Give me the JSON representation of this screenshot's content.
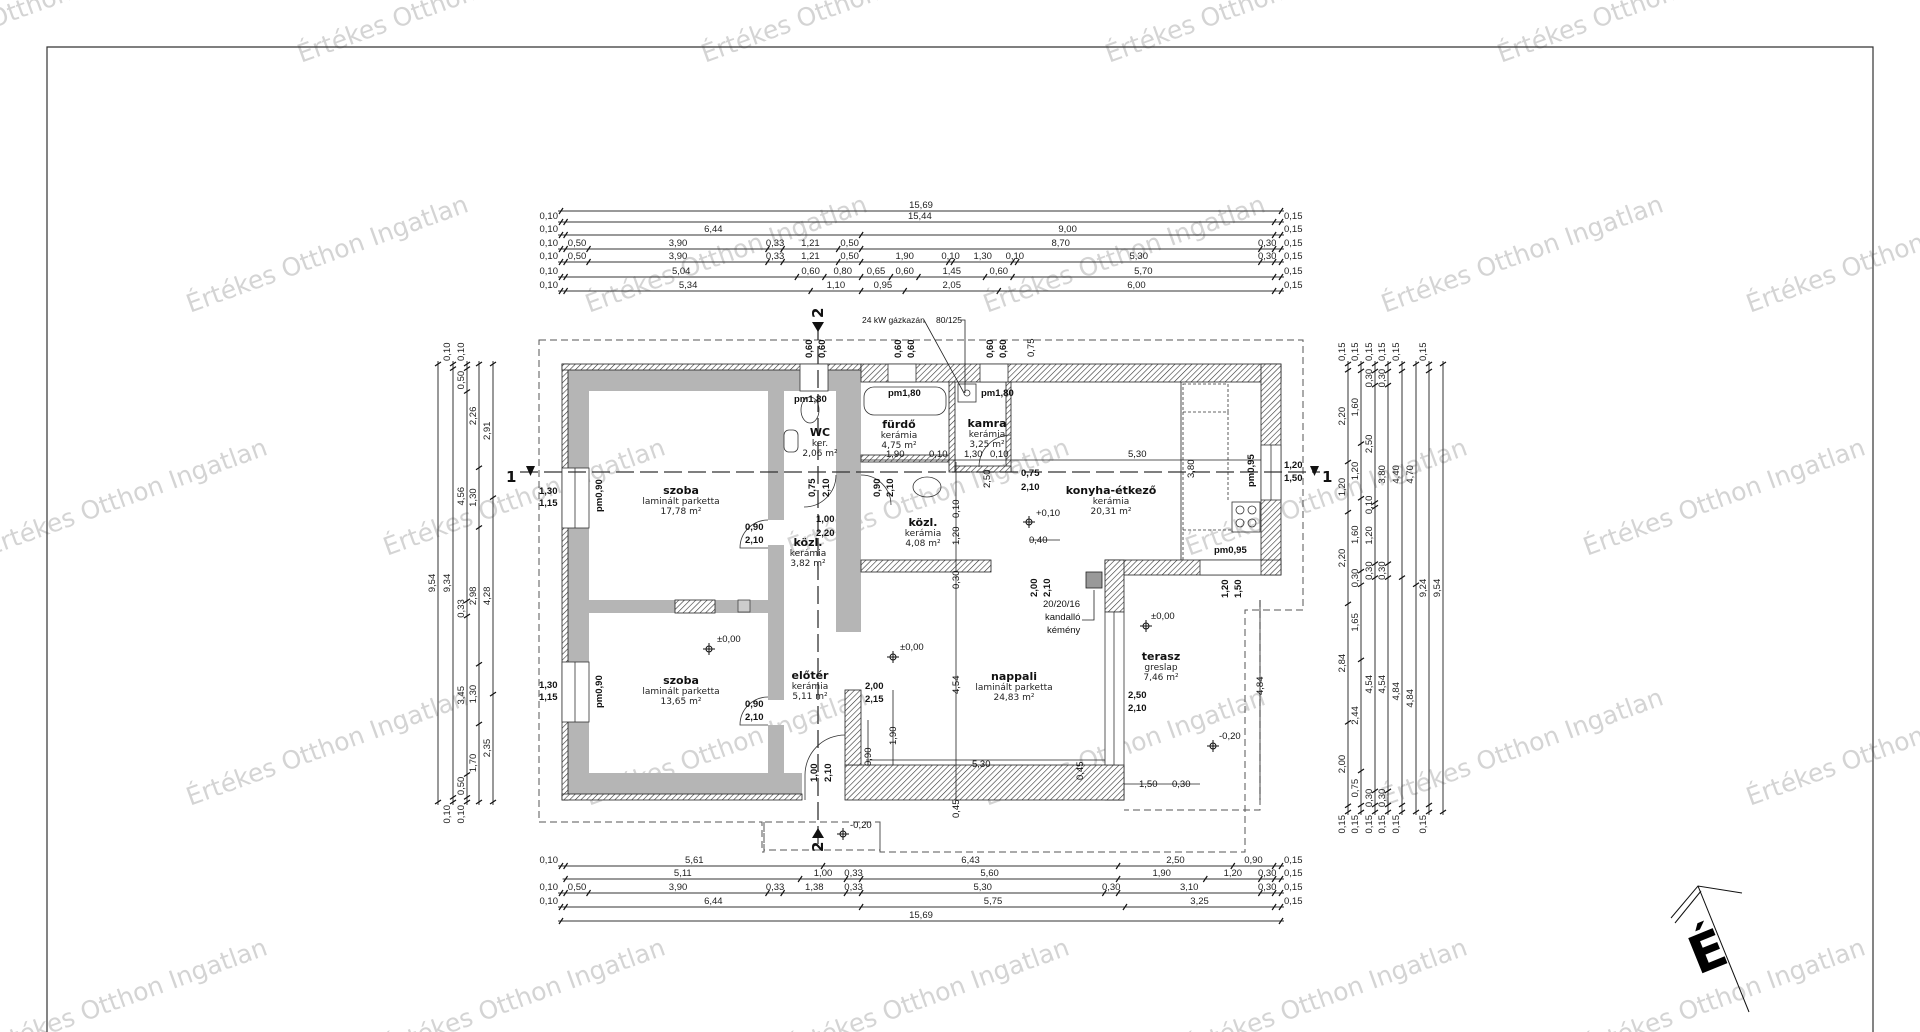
{
  "watermark": "Értékes Otthon Ingatlan",
  "north_arrow": {
    "letter": "É"
  },
  "section_marks": {
    "horizontal": "1",
    "vertical": "2"
  },
  "rooms": [
    {
      "name": "szoba",
      "floor": "laminált parketta",
      "area": "17,78 m²"
    },
    {
      "name": "szoba",
      "floor": "laminált parketta",
      "area": "13,65 m²"
    },
    {
      "name": "WC",
      "floor": "ker.",
      "area": "2,06 m²"
    },
    {
      "name": "fürdő",
      "floor": "kerámia",
      "area": "4,75 m²"
    },
    {
      "name": "kamra",
      "floor": "kerámia",
      "area": "3,25 m²"
    },
    {
      "name": "közl.",
      "floor": "kerámia",
      "area": "3,82 m²"
    },
    {
      "name": "közl.",
      "floor": "kerámia",
      "area": "4,08 m²"
    },
    {
      "name": "konyha-étkező",
      "floor": "kerámia",
      "area": "20,31 m²"
    },
    {
      "name": "előtér",
      "floor": "kerámia",
      "area": "5,11 m²"
    },
    {
      "name": "nappali",
      "floor": "laminált parketta",
      "area": "24,83 m²"
    },
    {
      "name": "terasz",
      "floor": "greslap",
      "area": "7,46 m²"
    }
  ],
  "annotations": {
    "pm180": "pm1,80",
    "pm090": "pm0,90",
    "pm095": "pm0,95",
    "w130": "1,30",
    "w115": "1,15",
    "w120": "1,20",
    "w150": "1,50",
    "w250": "2,50",
    "w210": "2,10",
    "w200": "2,00",
    "w215": "2,15",
    "d090": "0,90",
    "d075": "0,75",
    "d100": "1,00",
    "d220": "2,20",
    "lvl0": "±0,00",
    "lvlp": "+0,10",
    "lvlm": "-0,20",
    "m040": "0,40",
    "m530": "5,30",
    "m380": "3,80",
    "m190": "1,90",
    "m010": "0,10",
    "m130": "1,30",
    "m454": "4,54",
    "m090": "0,90",
    "m045": "0,45",
    "m030": "0,30",
    "m484": "4,84",
    "m120": "1,20",
    "m060": "0,60",
    "m250": "2,50",
    "chimney": [
      "20/20/16",
      "kandalló",
      "kémény"
    ],
    "boiler": "24 kW gázkazán",
    "flue": "80/125"
  },
  "dimensions": {
    "top": [
      {
        "segments": [
          "15,69"
        ]
      },
      {
        "segments": [
          "0,10",
          "15,44",
          "0,15"
        ]
      },
      {
        "segments": [
          "0,10",
          "6,44",
          "9,00",
          "0,15"
        ]
      },
      {
        "segments": [
          "0,10",
          "0,50",
          "3,90",
          "0,33",
          "1,21",
          "0,50",
          "8,70",
          "0,30",
          "0,15"
        ]
      },
      {
        "segments": [
          "0,10",
          "0,50",
          "3,90",
          "0,33",
          "1,21",
          "0,50",
          "1,90",
          "0,10",
          "1,30",
          "0,10",
          "5,30",
          "0,30",
          "0,15"
        ]
      },
      {
        "segments": [
          "0,10",
          "5,04",
          "0,60",
          "0,80",
          "0,65",
          "0,60",
          "1,45",
          "0,60",
          "5,70",
          "0,15"
        ]
      },
      {
        "segments": [
          "0,10",
          "5,34",
          "1,10",
          "0,95",
          "2,05",
          "6,00",
          "0,15"
        ]
      }
    ],
    "bottom": [
      {
        "segments": [
          "0,10",
          "5,61",
          "6,43",
          "2,50",
          "0,90",
          "0,15"
        ]
      },
      {
        "start_m": 0.1,
        "segments": [
          "5,11",
          "1,00",
          "0,33",
          "5,60",
          "1,90",
          "1,20",
          "0,30",
          "0,15"
        ]
      },
      {
        "segments": [
          "0,10",
          "0,50",
          "3,90",
          "0,33",
          "1,38",
          "0,33",
          "5,30",
          "0,30",
          "3,10",
          "0,30",
          "0,15"
        ]
      },
      {
        "segments": [
          "0,10",
          "6,44",
          "5,75",
          "3,25",
          "0,15"
        ]
      },
      {
        "segments": [
          "15,69"
        ]
      }
    ],
    "left": [
      {
        "segments": [
          "9,54"
        ]
      },
      {
        "segments": [
          "0,10",
          "9,34",
          "0,10"
        ]
      },
      {
        "segments": [
          "0,10",
          "0,50",
          "4,56",
          "0,33",
          "3,45",
          "0,50",
          "0,10"
        ]
      },
      {
        "segments": [
          "2,26",
          "1,30",
          "2,98",
          "1,30",
          "1,70"
        ]
      },
      {
        "segments": [
          "2,91",
          "4,28",
          "2,35"
        ]
      }
    ],
    "right": [
      {
        "segments": [
          "0,15",
          "2,20",
          "1,20",
          "2,20",
          "2,84",
          "2,00",
          "0,15"
        ]
      },
      {
        "segments": [
          "0,15",
          "1,60",
          "1,20",
          "1,60",
          "0,30",
          "1,65",
          "2,44",
          "0,75",
          "0,15"
        ]
      },
      {
        "segments": [
          "0,15",
          "0,30",
          "2,50",
          "0,10",
          "1,20",
          "0,30",
          "4,54",
          "0,30",
          "0,15"
        ]
      },
      {
        "segments": [
          "0,15",
          "0,30",
          "3,80",
          "0,30",
          "4,54",
          "0,30",
          "0,15"
        ]
      },
      {
        "segments": [
          "0,15",
          "4,40",
          "4,84",
          "0,15"
        ]
      },
      {
        "segments": [
          "4,70",
          "4,84"
        ]
      },
      {
        "segments": [
          "0,15",
          "9,24",
          "0,15"
        ]
      },
      {
        "segments": [
          "9,54"
        ]
      }
    ]
  }
}
